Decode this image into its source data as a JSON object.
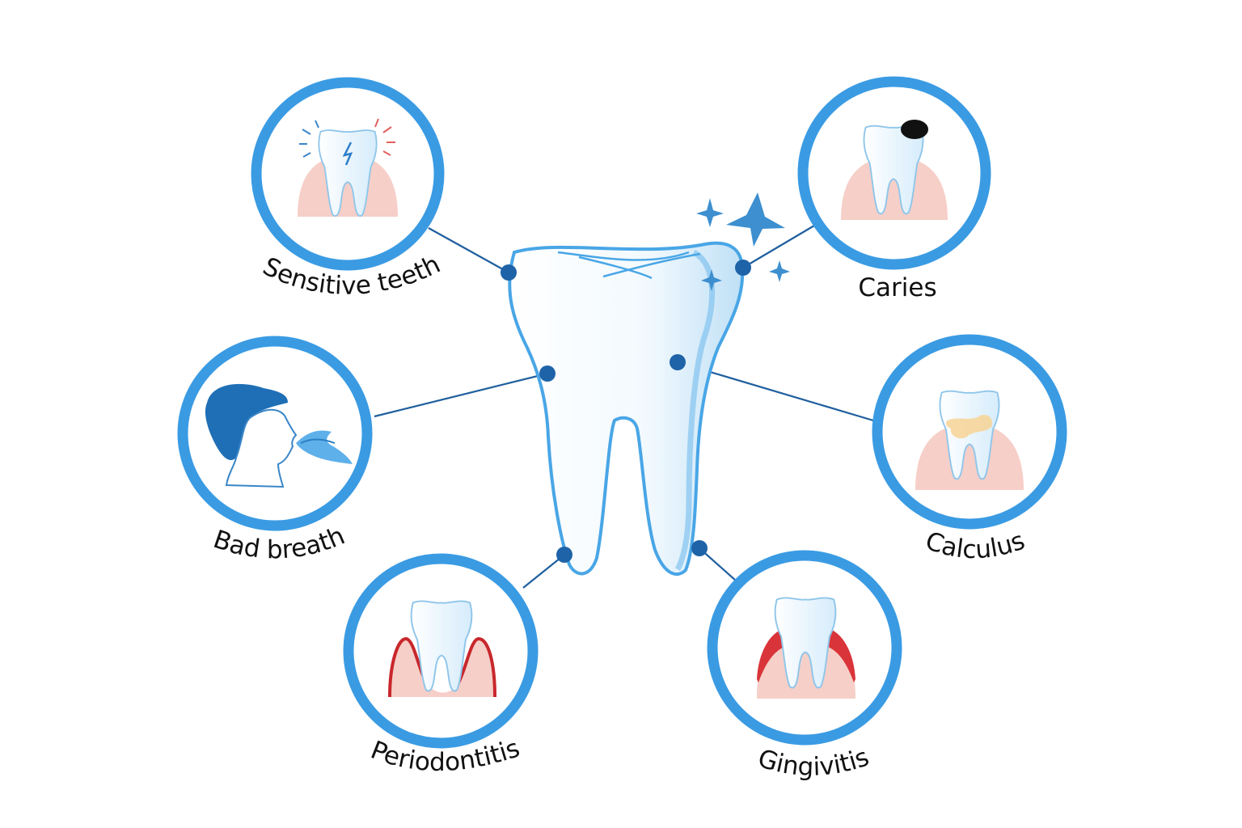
{
  "diagram": {
    "nodes": [
      {
        "id": "sensitive-teeth",
        "label": "Sensitive teeth",
        "icon": "sensitive-tooth-icon"
      },
      {
        "id": "caries",
        "label": "Caries",
        "icon": "caries-tooth-icon"
      },
      {
        "id": "bad-breath",
        "label": "Bad breath",
        "icon": "bad-breath-icon"
      },
      {
        "id": "calculus",
        "label": "Calculus",
        "icon": "calculus-tooth-icon"
      },
      {
        "id": "periodontitis",
        "label": "Periodontitis",
        "icon": "periodontitis-tooth-icon"
      },
      {
        "id": "gingivitis",
        "label": "Gingivitis",
        "icon": "gingivitis-tooth-icon"
      }
    ],
    "center_icon": "large-tooth-icon",
    "colors": {
      "ring": "#3a9be3",
      "connector": "#1f5f9e",
      "dot": "#1e63a8",
      "gum": "#f6cfc8",
      "gum_inflamed": "#d9343a",
      "tooth_fill": "#e9f5fd",
      "tooth_outline": "#5aaee8",
      "sparkle": "#3d8fcf"
    }
  }
}
